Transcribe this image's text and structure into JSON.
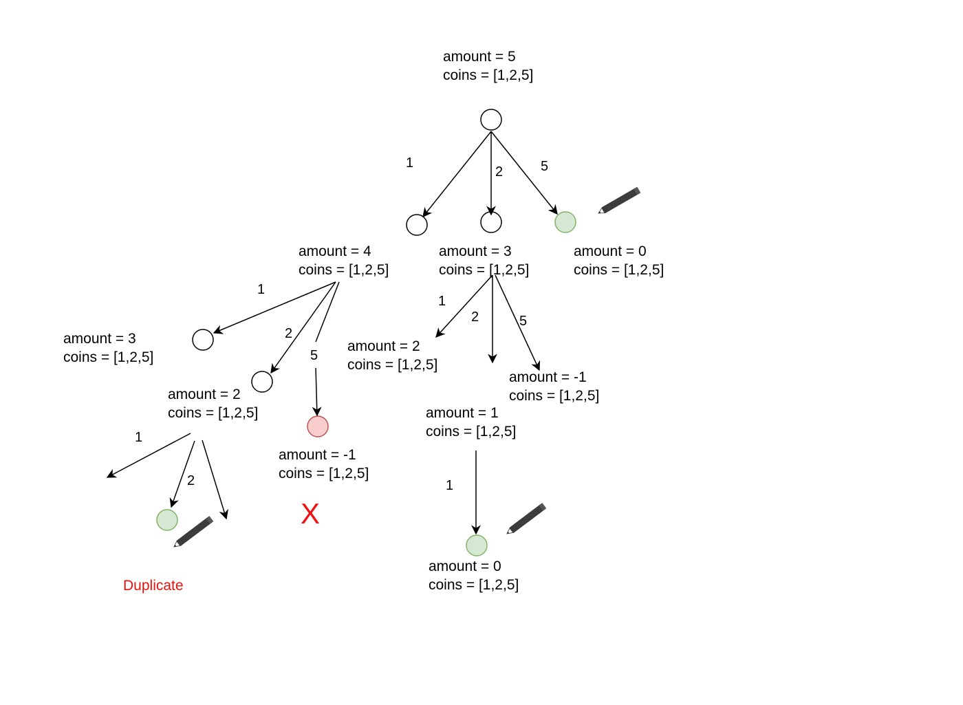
{
  "colors": {
    "success_fill": "#d5e8d4",
    "success_stroke": "#82b366",
    "fail_fill": "#f8cecc",
    "fail_stroke": "#b85450",
    "warning_text": "#e8100e"
  },
  "labels": {
    "root": {
      "amount": "amount = 5",
      "coins": "coins = [1,2,5]"
    },
    "l1_a4": {
      "amount": "amount = 4",
      "coins": "coins = [1,2,5]"
    },
    "l1_a3": {
      "amount": "amount = 3",
      "coins": "coins = [1,2,5]"
    },
    "l1_a0": {
      "amount": "amount = 0",
      "coins": "coins = [1,2,5]"
    },
    "l2_a3": {
      "amount": "amount = 3",
      "coins": "coins = [1,2,5]"
    },
    "l2_a2": {
      "amount": "amount = 2",
      "coins": "coins = [1,2,5]"
    },
    "l2_am1_left": {
      "amount": "amount = -1",
      "coins": "coins = [1,2,5]"
    },
    "l2_a2_right": {
      "amount": "amount = 2",
      "coins": "coins = [1,2,5]"
    },
    "l2_am1_right": {
      "amount": "amount = -1",
      "coins": "coins = [1,2,5]"
    },
    "l2_a1": {
      "amount": "amount = 1",
      "coins": "coins = [1,2,5]"
    },
    "l3_a0": {
      "amount": "amount = 0",
      "coins": "coins = [1,2,5]"
    }
  },
  "edge_labels": {
    "root_1": "1",
    "root_2": "2",
    "root_5": "5",
    "a4_1": "1",
    "a4_2": "2",
    "a4_5": "5",
    "a3_1": "1",
    "a3_2": "2",
    "a3_5": "5",
    "a2_1": "1",
    "a2_2": "2",
    "a1_1": "1"
  },
  "annotations": {
    "duplicate": "Duplicate",
    "fail_mark": "X"
  },
  "icons": [
    "pencil-icon"
  ]
}
